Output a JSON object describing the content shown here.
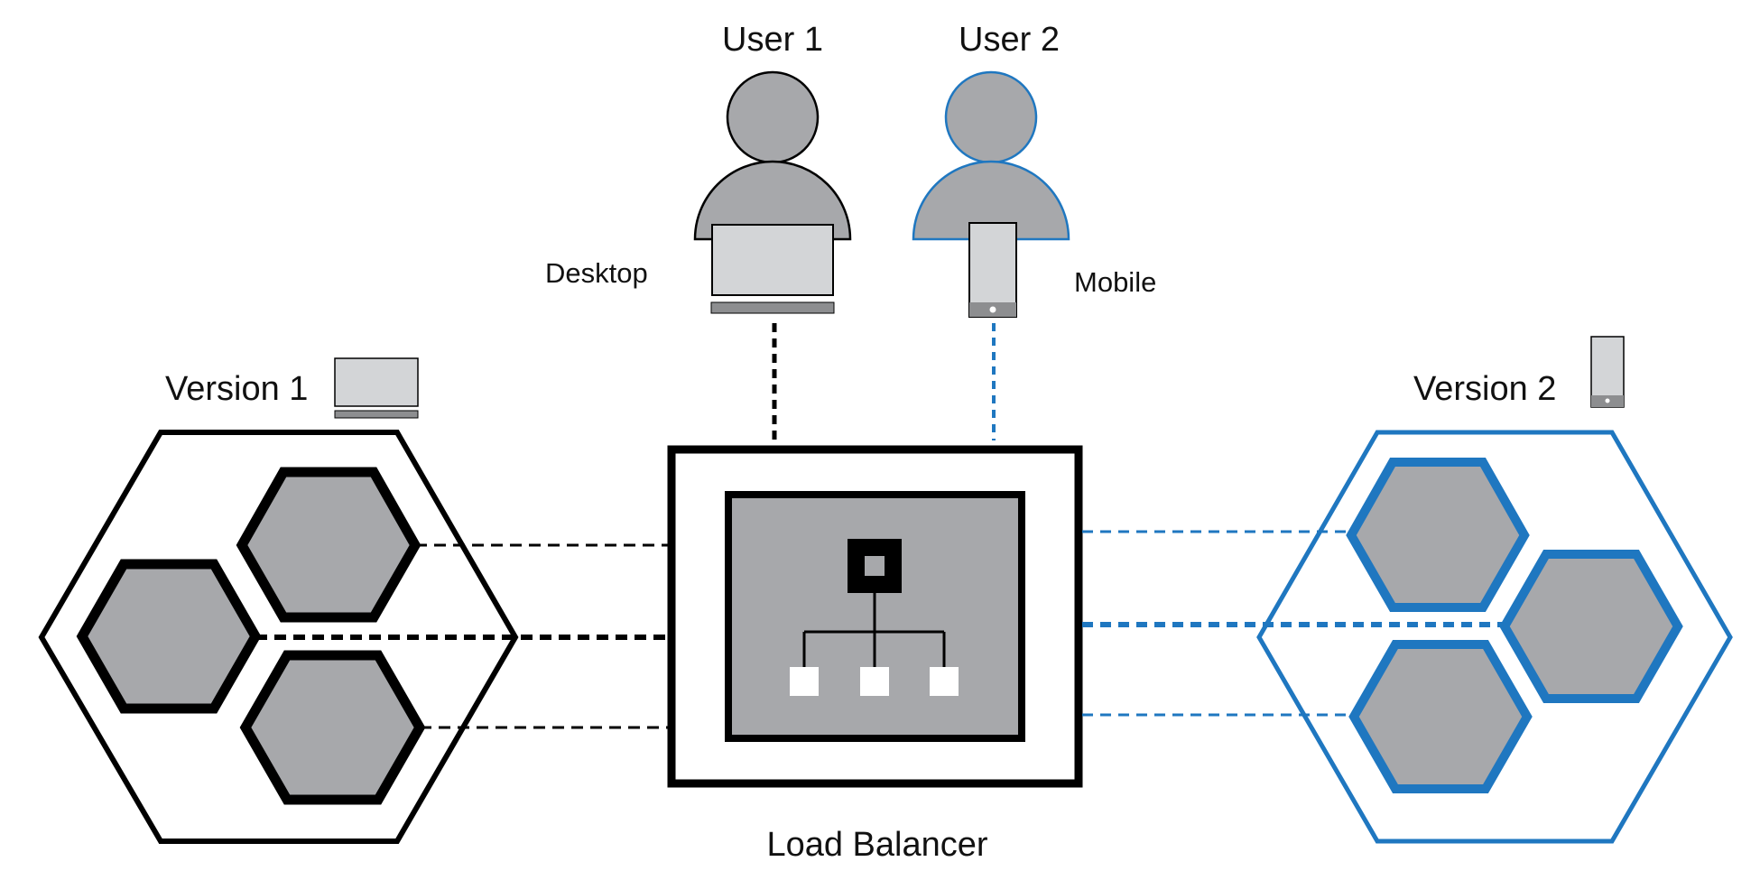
{
  "users": [
    {
      "label": "User 1",
      "device_label": "Desktop",
      "device": "desktop-icon",
      "color": "#000000"
    },
    {
      "label": "User 2",
      "device_label": "Mobile",
      "device": "mobile-icon",
      "color": "#1f77c0"
    }
  ],
  "versions": [
    {
      "label": "Version 1",
      "device": "desktop-icon",
      "color": "#000000"
    },
    {
      "label": "Version 2",
      "device": "mobile-icon",
      "color": "#1f77c0"
    }
  ],
  "load_balancer": {
    "label": "Load Balancer",
    "icon": "network-hierarchy-icon"
  },
  "colors": {
    "version1_stroke": "#000000",
    "version2_stroke": "#1f77c0",
    "node_fill": "#a7a8ab",
    "device_fill": "#d3d5d7",
    "device_base": "#8d8e90"
  }
}
